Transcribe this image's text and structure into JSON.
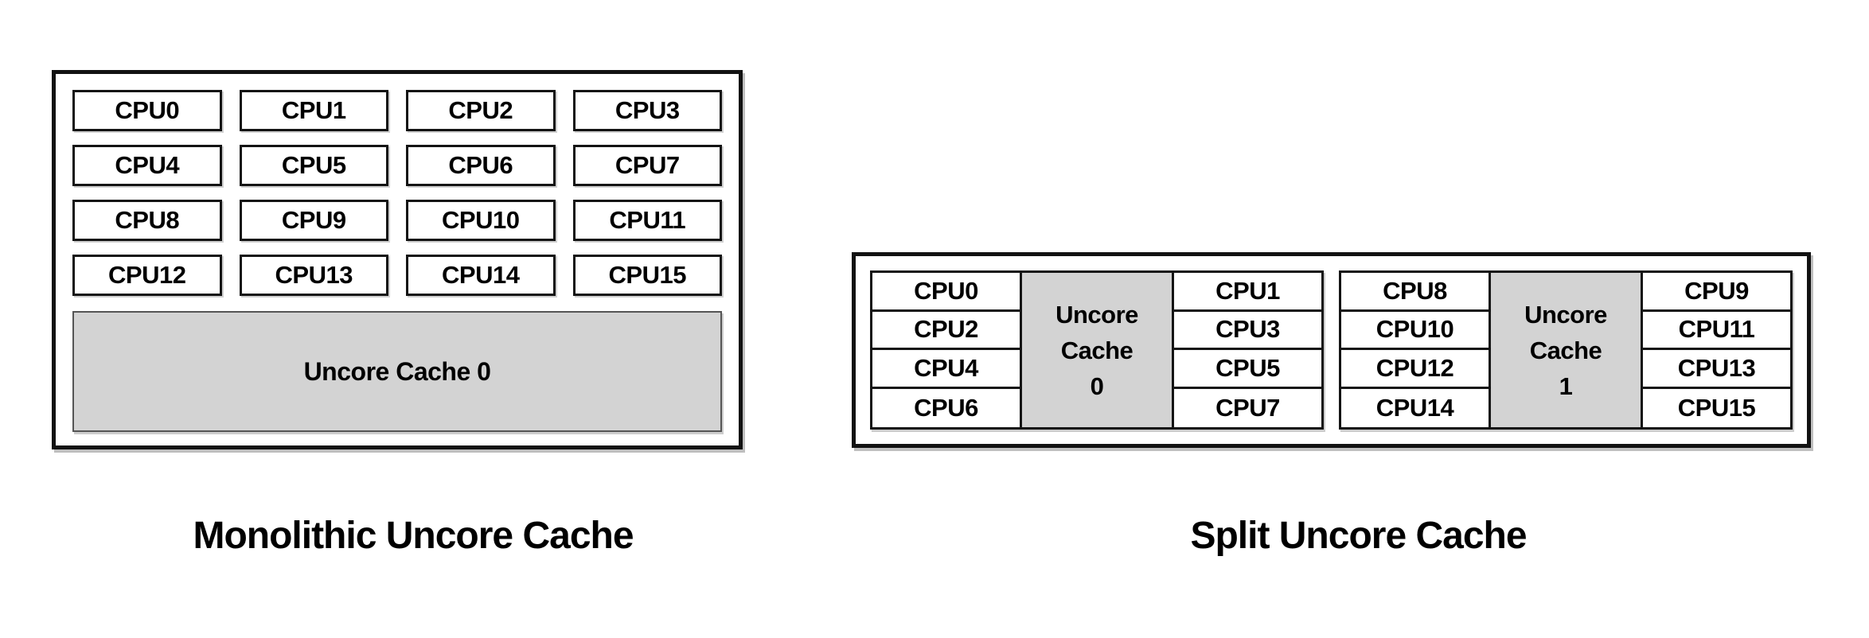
{
  "colors": {
    "background": "#ffffff",
    "border": "#141414",
    "cache_fill": "#d3d3d3",
    "text": "#000000"
  },
  "monolithic": {
    "caption": "Monolithic Uncore Cache",
    "cpus": [
      "CPU0",
      "CPU1",
      "CPU2",
      "CPU3",
      "CPU4",
      "CPU5",
      "CPU6",
      "CPU7",
      "CPU8",
      "CPU9",
      "CPU10",
      "CPU11",
      "CPU12",
      "CPU13",
      "CPU14",
      "CPU15"
    ],
    "cache_label": "Uncore Cache 0"
  },
  "split": {
    "caption": "Split Uncore Cache",
    "clusters": [
      {
        "left_cpus": [
          "CPU0",
          "CPU2",
          "CPU4",
          "CPU6"
        ],
        "cache_lines": [
          "Uncore",
          "Cache",
          "0"
        ],
        "right_cpus": [
          "CPU1",
          "CPU3",
          "CPU5",
          "CPU7"
        ]
      },
      {
        "left_cpus": [
          "CPU8",
          "CPU10",
          "CPU12",
          "CPU14"
        ],
        "cache_lines": [
          "Uncore",
          "Cache",
          "1"
        ],
        "right_cpus": [
          "CPU9",
          "CPU11",
          "CPU13",
          "CPU15"
        ]
      }
    ]
  }
}
